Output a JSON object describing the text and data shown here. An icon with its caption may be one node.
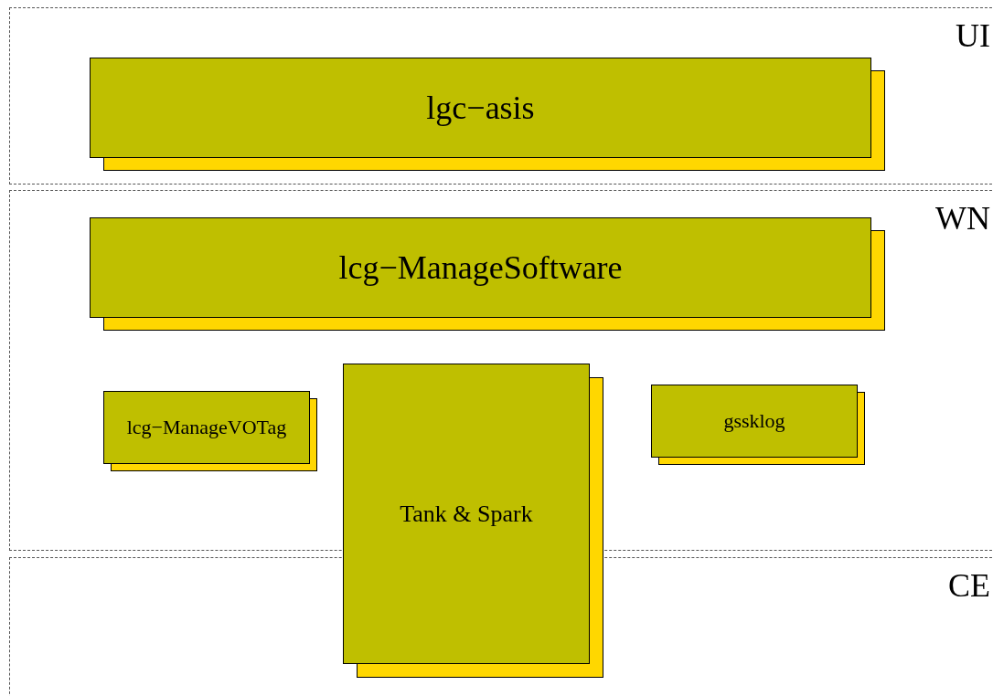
{
  "diagram": {
    "nodes": [
      {
        "text": [
          "UI"
        ]
      },
      {
        "text": [
          "lgc−asis"
        ],
        "in": 0
      },
      {
        "text": [
          "WN"
        ]
      },
      {
        "text": [
          "lcg−ManageSoftware"
        ],
        "in": 2
      },
      {
        "text": [
          "lcg−ManageVOTag"
        ],
        "in": 2
      },
      {
        "text": [
          "Tank & Spark"
        ]
      },
      {
        "text": [
          "gssklog"
        ],
        "in": 2
      },
      {
        "text": [
          "CE"
        ]
      }
    ]
  }
}
